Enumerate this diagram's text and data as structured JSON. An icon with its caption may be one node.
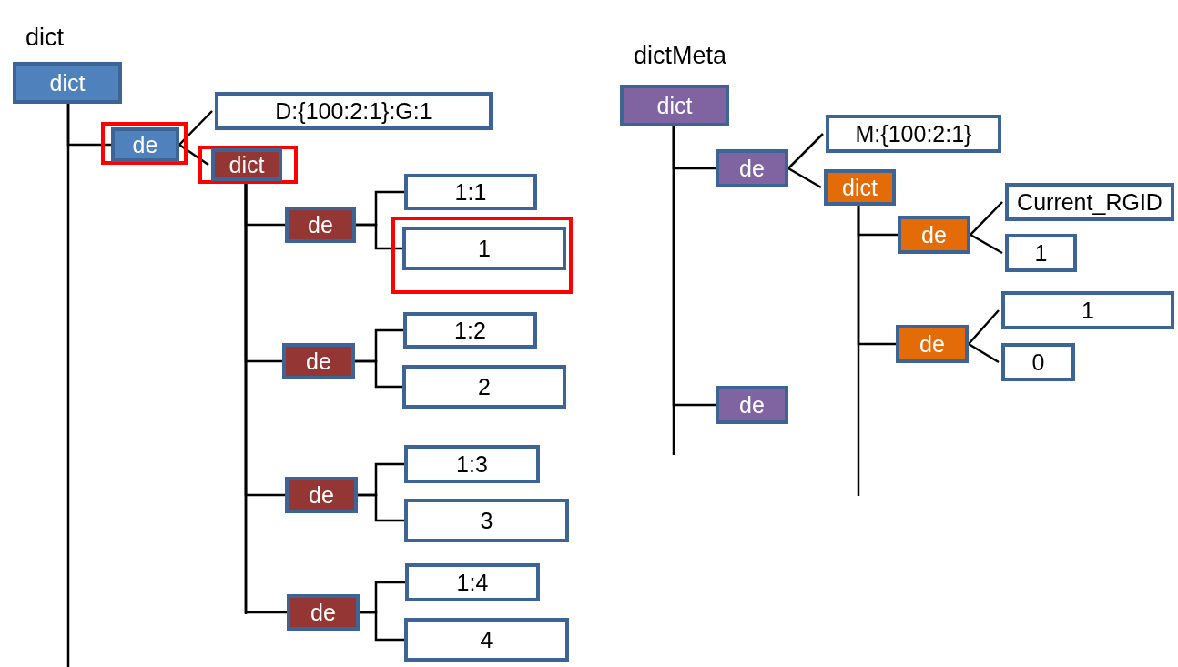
{
  "diagram": {
    "nodes": [
      {
        "text": [
          "dict"
        ],
        "beside": [
          "dict"
        ]
      },
      {
        "text": [],
        "shape": "box"
      },
      {
        "text": [
          "de"
        ],
        "in": 1
      },
      {
        "text": [
          "D:{100:2:1}:G:1"
        ]
      },
      {
        "text": [],
        "shape": "box"
      },
      {
        "text": [
          "dict"
        ],
        "in": 4
      },
      {
        "text": [
          "de"
        ]
      },
      {
        "text": [
          "1:1"
        ]
      },
      {
        "text": [],
        "shape": "box"
      },
      {
        "text": [
          "1"
        ],
        "in": 8
      },
      {
        "text": [
          "de"
        ]
      },
      {
        "text": [
          "1:2"
        ]
      },
      {
        "text": [
          "2"
        ]
      },
      {
        "text": [
          "de"
        ]
      },
      {
        "text": [
          "1:3"
        ]
      },
      {
        "text": [
          "3"
        ]
      },
      {
        "text": [
          "de"
        ]
      },
      {
        "text": [
          "1:4"
        ]
      },
      {
        "text": [
          "4"
        ]
      },
      {
        "text": [
          "dict"
        ],
        "beside": [
          "dictMeta"
        ]
      },
      {
        "text": [
          "de"
        ]
      },
      {
        "text": [
          "M:{100:2:1}"
        ]
      },
      {
        "text": [
          "dict"
        ]
      },
      {
        "text": [
          "de"
        ]
      },
      {
        "text": [
          "Current_RGID"
        ]
      },
      {
        "text": [
          "1"
        ]
      },
      {
        "text": [
          "de"
        ]
      },
      {
        "text": [
          "1"
        ]
      },
      {
        "text": [
          "0"
        ]
      },
      {
        "text": [
          "de"
        ]
      }
    ],
    "edges": [
      {
        "from": 0,
        "to": 2,
        "arrow": "none"
      },
      {
        "from": 2,
        "to": 3,
        "arrow": "none"
      },
      {
        "from": 2,
        "to": 5,
        "arrow": "none"
      },
      {
        "from": 5,
        "to": 6,
        "arrow": "none"
      },
      {
        "from": 6,
        "to": 7,
        "arrow": "none"
      },
      {
        "from": 6,
        "to": 9,
        "arrow": "none"
      },
      {
        "from": 5,
        "to": 10,
        "arrow": "none"
      },
      {
        "from": 10,
        "to": 11,
        "arrow": "none"
      },
      {
        "from": 10,
        "to": 12,
        "arrow": "none"
      },
      {
        "from": 5,
        "to": 13,
        "arrow": "none"
      },
      {
        "from": 13,
        "to": 14,
        "arrow": "none"
      },
      {
        "from": 13,
        "to": 15,
        "arrow": "none"
      },
      {
        "from": 5,
        "to": 16,
        "arrow": "none"
      },
      {
        "from": 16,
        "to": 17,
        "arrow": "none"
      },
      {
        "from": 16,
        "to": 18,
        "arrow": "none"
      },
      {
        "from": 19,
        "to": 20,
        "arrow": "none"
      },
      {
        "from": 20,
        "to": 21,
        "arrow": "none"
      },
      {
        "from": 20,
        "to": 22,
        "arrow": "none"
      },
      {
        "from": 22,
        "to": 23,
        "arrow": "none"
      },
      {
        "from": 23,
        "to": 24,
        "arrow": "none"
      },
      {
        "from": 23,
        "to": 25,
        "arrow": "none"
      },
      {
        "from": 22,
        "to": 26,
        "arrow": "none"
      },
      {
        "from": 26,
        "to": 27,
        "arrow": "none"
      },
      {
        "from": 26,
        "to": 28,
        "arrow": "none"
      },
      {
        "from": 19,
        "to": 29,
        "arrow": "none"
      }
    ]
  }
}
